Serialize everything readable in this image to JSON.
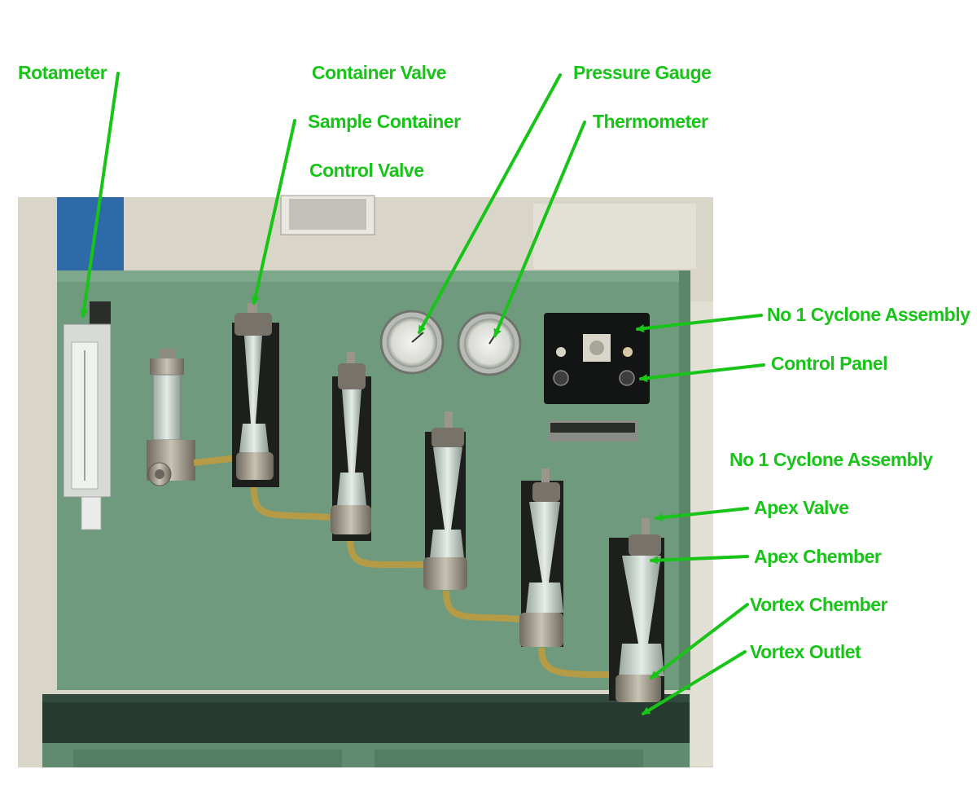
{
  "diagram": {
    "label_color": "#19c419",
    "panel_color": "#6f9a7d",
    "callouts": {
      "rotameter": "Rotameter",
      "container_valve": "Container Valve",
      "sample_container": "Sample Container",
      "control_valve": "Control Valve",
      "pressure_gauge": "Pressure Gauge",
      "thermometer": "Thermometer",
      "cyclone_assembly_top": "No 1 Cyclone Assembly",
      "control_panel": "Control Panel",
      "cyclone_assembly": "No 1 Cyclone Assembly",
      "apex_valve": "Apex Valve",
      "apex_chamber": "Apex Chember",
      "vortex_chamber": "Vortex Chember",
      "vortex_outlet": "Vortex Outlet"
    }
  }
}
